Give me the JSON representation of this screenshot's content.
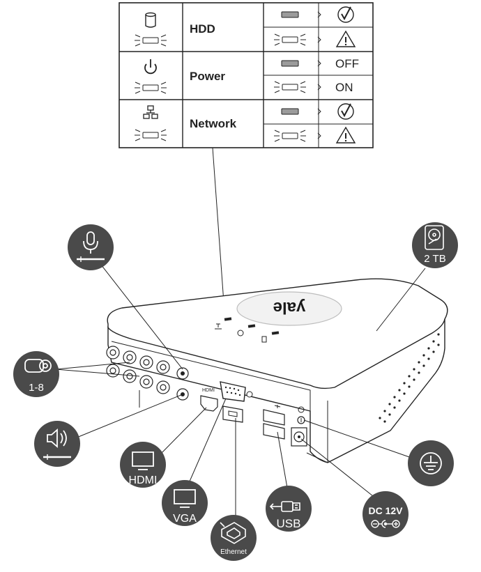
{
  "status_table": {
    "rows": [
      {
        "label": "HDD",
        "icon": "hdd-icon",
        "states": [
          {
            "led": "off",
            "result": "check-icon"
          },
          {
            "led": "blinking",
            "result": "warning-icon"
          }
        ]
      },
      {
        "label": "Power",
        "icon": "power-icon",
        "states": [
          {
            "led": "off",
            "result_text": "OFF"
          },
          {
            "led": "blinking",
            "result_text": "ON"
          }
        ]
      },
      {
        "label": "Network",
        "icon": "network-icon",
        "states": [
          {
            "led": "off",
            "result": "check-icon"
          },
          {
            "led": "blinking",
            "result": "warning-icon"
          }
        ]
      }
    ]
  },
  "device": {
    "brand": "yale",
    "hdmi_port_text": "HDMI"
  },
  "callouts": {
    "microphone": {
      "icon": "microphone-jack-icon"
    },
    "camera": {
      "icon": "camera-icon",
      "label": "1-8"
    },
    "speaker": {
      "icon": "speaker-jack-icon"
    },
    "hdmi": {
      "icon": "monitor-icon",
      "label": "HDMI"
    },
    "vga": {
      "icon": "monitor-icon",
      "label": "VGA"
    },
    "ethernet": {
      "icon": "ethernet-icon",
      "label": "Ethernet"
    },
    "usb": {
      "icon": "usb-icon",
      "label": "USB"
    },
    "dc": {
      "label": "DC 12V",
      "icon": "dc-polarity-icon"
    },
    "ground": {
      "icon": "ground-icon"
    },
    "hdd": {
      "icon": "hard-drive-icon",
      "label": "2 TB"
    }
  },
  "colors": {
    "circle_fill": "#4a4a4a",
    "line": "#222222",
    "led_fill": "#9b9b9b"
  }
}
